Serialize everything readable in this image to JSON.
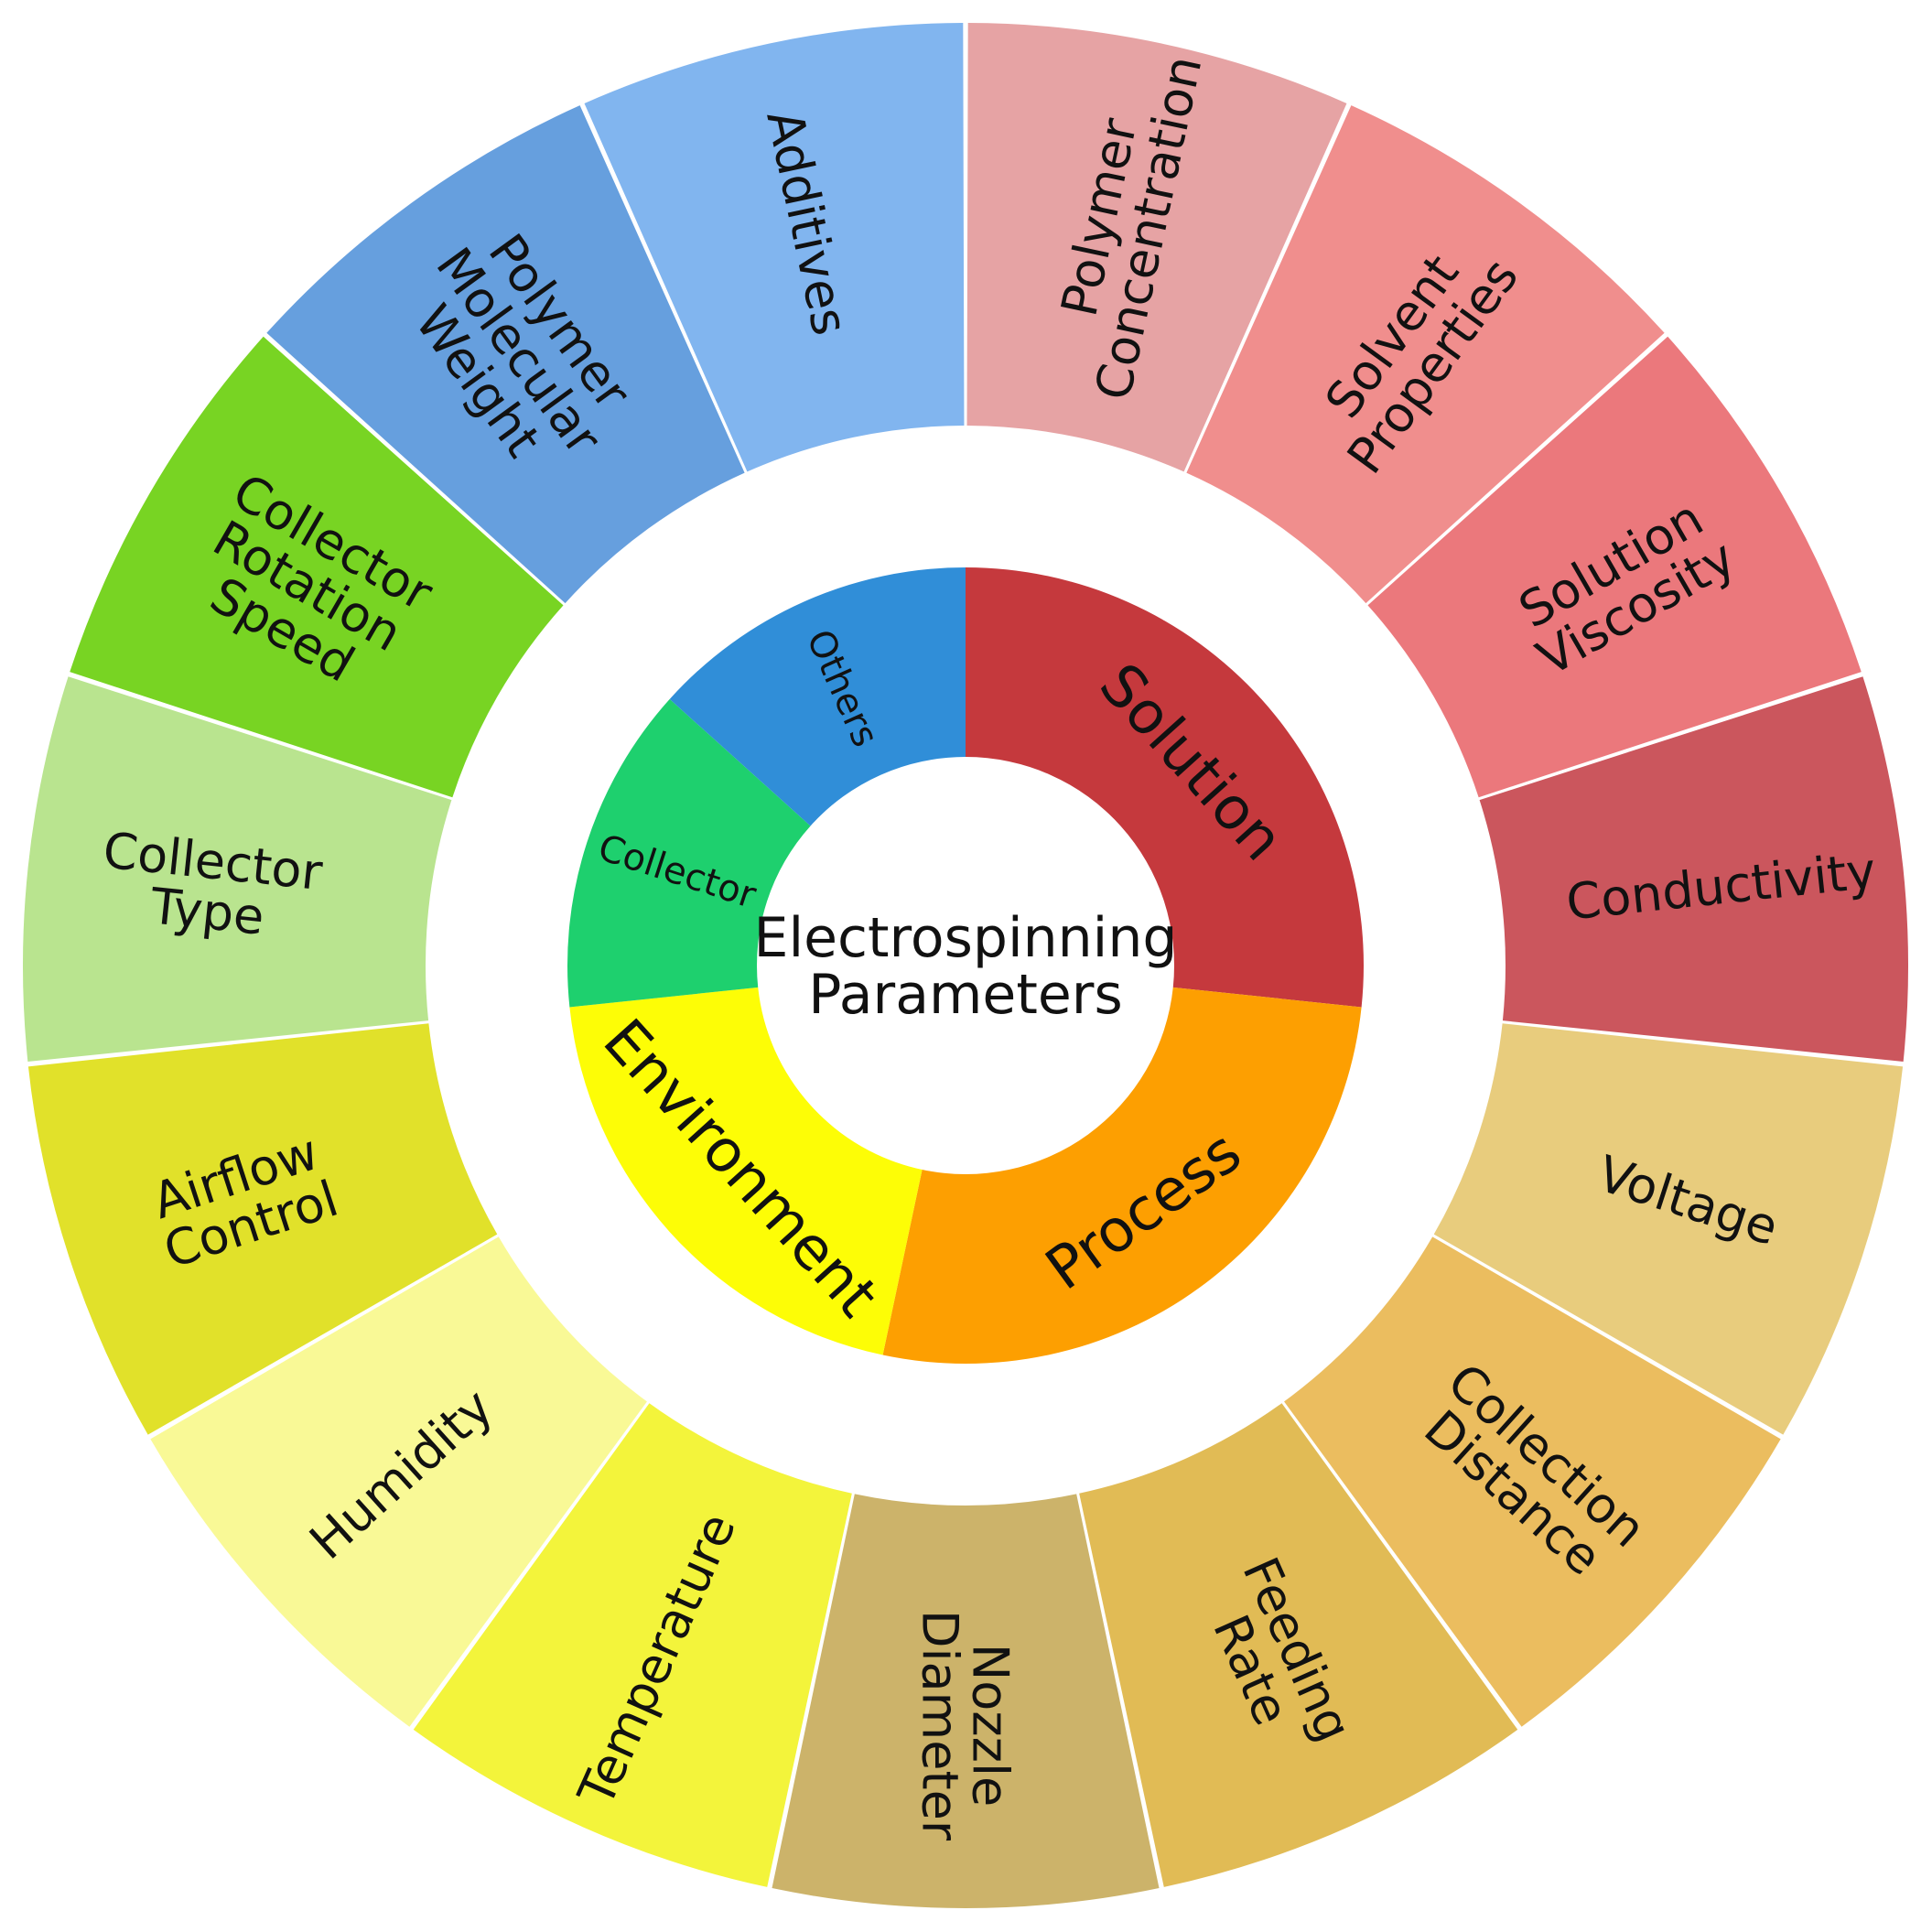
{
  "center": {
    "lines": [
      "Electrospinning",
      "Parameters"
    ]
  },
  "groups": [
    {
      "label": "Solution",
      "color": "#c5393d",
      "items": [
        {
          "lines": [
            "Polymer",
            "Concentration"
          ],
          "color": "#e6a3a4"
        },
        {
          "lines": [
            "Solvent",
            "Properties"
          ],
          "color": "#f08e8d"
        },
        {
          "lines": [
            "Solution",
            "Viscosity"
          ],
          "color": "#eb787c"
        },
        {
          "lines": [
            "Conductivity"
          ],
          "color": "#cb565d"
        }
      ]
    },
    {
      "label": "Process",
      "color": "#fd9f01",
      "items": [
        {
          "lines": [
            "Voltage"
          ],
          "color": "#e8cc7d"
        },
        {
          "lines": [
            "Collection",
            "Distance"
          ],
          "color": "#ebbd5f"
        },
        {
          "lines": [
            "Feeding",
            "Rate"
          ],
          "color": "#e1bb55"
        },
        {
          "lines": [
            "Nozzle",
            "Diameter"
          ],
          "color": "#ccb36a"
        }
      ]
    },
    {
      "label": "Environment",
      "color": "#fdfd06",
      "items": [
        {
          "lines": [
            "Temperature"
          ],
          "color": "#f3f43b"
        },
        {
          "lines": [
            "Humidity"
          ],
          "color": "#f9f996"
        },
        {
          "lines": [
            "Airflow",
            "Control"
          ],
          "color": "#e1e12a"
        }
      ]
    },
    {
      "label": "Collector",
      "color": "#1ed06e",
      "items": [
        {
          "lines": [
            "Collector",
            "Type"
          ],
          "color": "#b9e48f"
        },
        {
          "lines": [
            "Collector",
            "Rotation",
            "Speed"
          ],
          "color": "#78d423"
        }
      ]
    },
    {
      "label": "Others",
      "color": "#308ed8",
      "items": [
        {
          "lines": [
            "Polymer",
            "Molecular",
            "Weight"
          ],
          "color": "#669fde"
        },
        {
          "lines": [
            "Additives"
          ],
          "color": "#81b5ef"
        }
      ]
    }
  ]
}
